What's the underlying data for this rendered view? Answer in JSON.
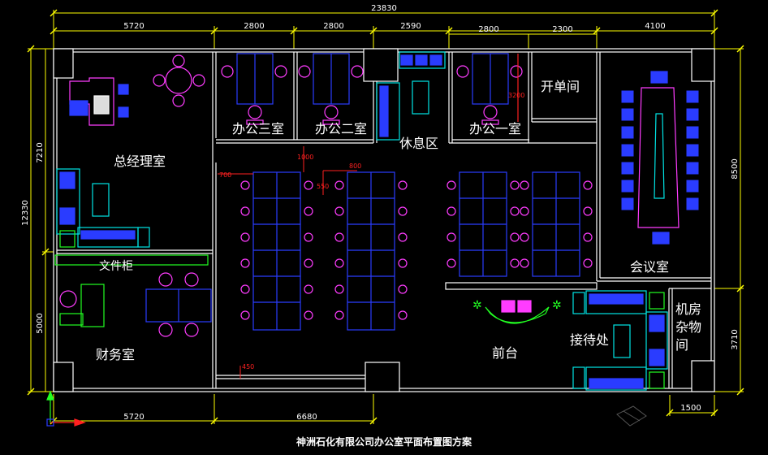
{
  "title": "神洲石化有限公司办公室平面布置图方案",
  "dimensions": {
    "top_total": "23830",
    "top_segments": [
      "5720",
      "2800",
      "2800",
      "2590",
      "2800",
      "2300",
      "4100"
    ],
    "left_total": "12330",
    "left_upper": "7210",
    "left_lower": "5000",
    "right_upper": "8500",
    "right_lower": "3710",
    "bottom_left": "5720",
    "bottom_mid": "6680",
    "bottom_right": "1500"
  },
  "small_dims": {
    "d3200": "3200",
    "d1000": "1000",
    "d700": "700",
    "d800": "800",
    "d550": "550",
    "d450": "450"
  },
  "rooms": {
    "office3": "办公三室",
    "office2": "办公二室",
    "lounge": "休息区",
    "office1": "办公一室",
    "single_room": "开单间",
    "gm_office": "总经理室",
    "meeting_room": "会议室",
    "file_cabinet": "文件柜",
    "finance": "财务室",
    "front_desk": "前台",
    "reception": "接待处",
    "machine_room": "机房\n杂物\n间"
  },
  "colors": {
    "background": "#000000",
    "wall": "#ffffff",
    "dimension": "#ffff00",
    "furniture_blue": "#2a3cff",
    "chair_magenta": "#ff3cff",
    "cyan": "#00e5e5",
    "green": "#22ff22",
    "red": "#ff2020"
  }
}
